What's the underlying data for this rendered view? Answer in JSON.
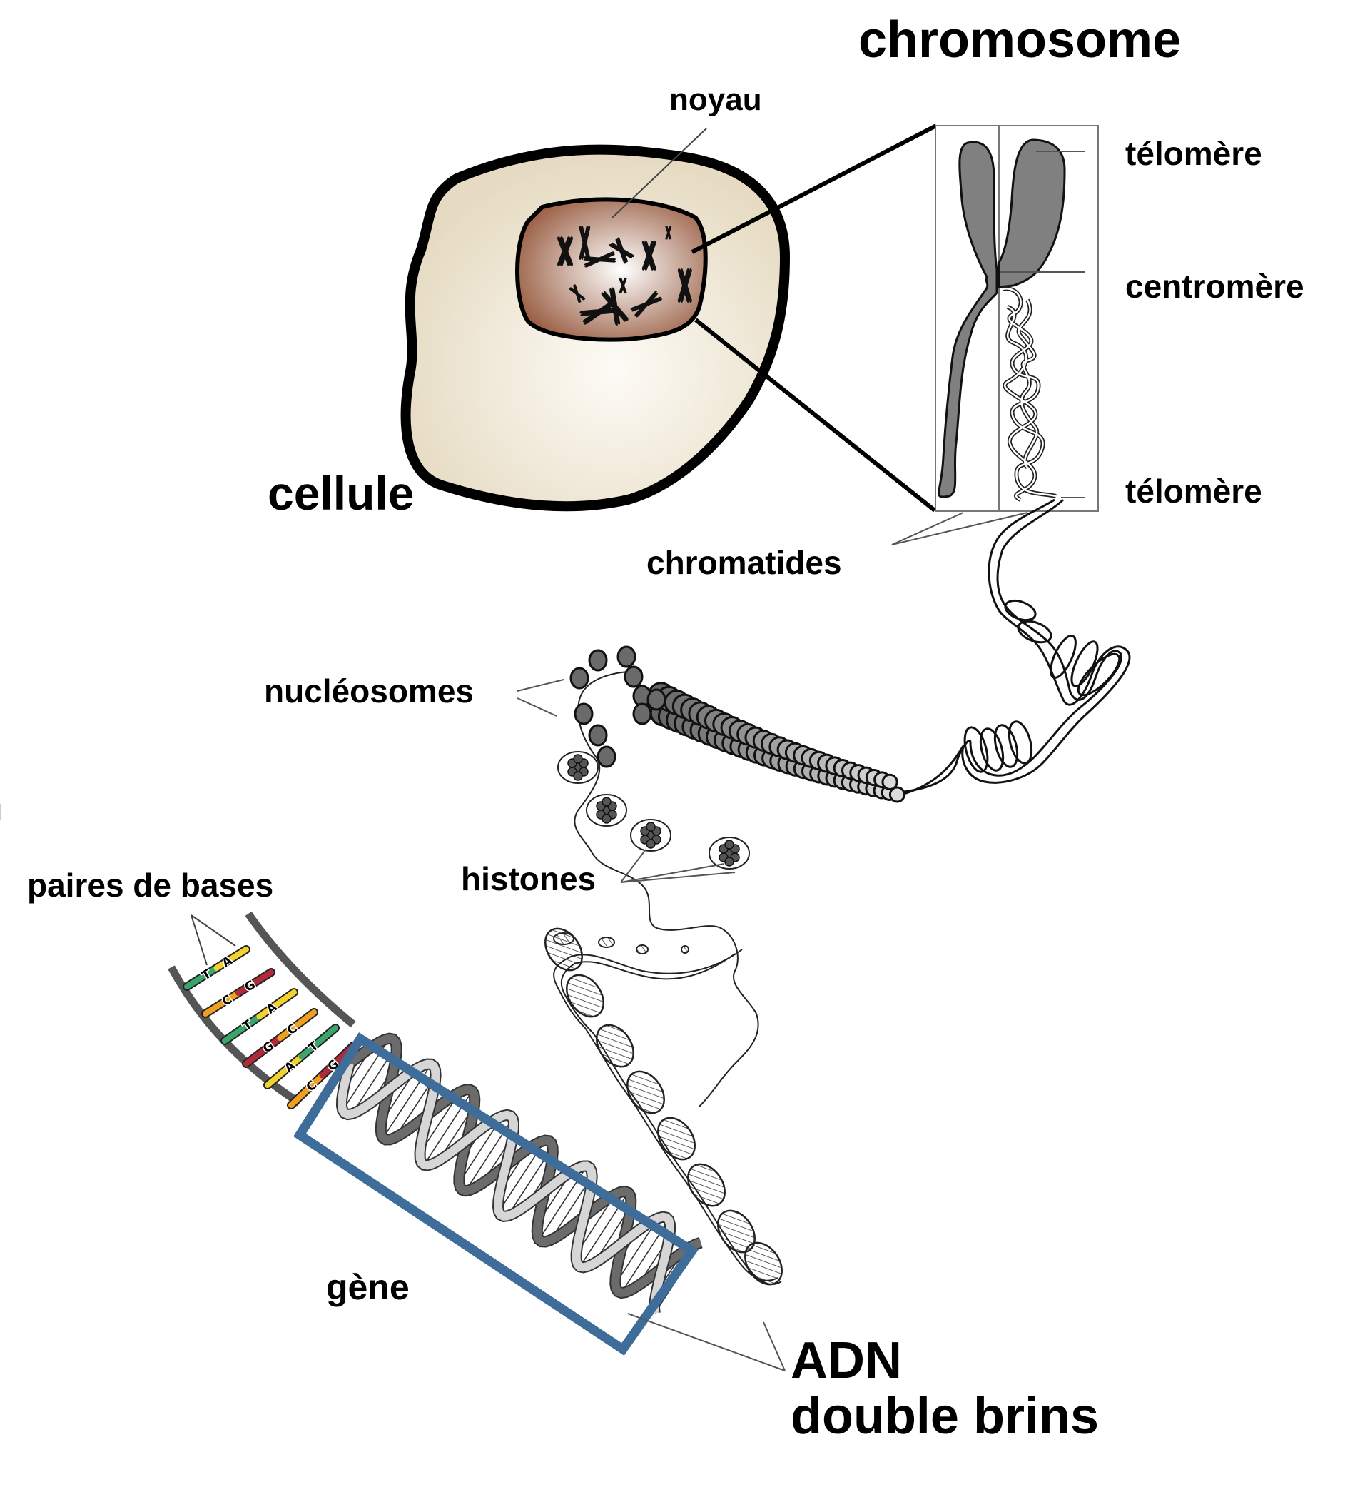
{
  "diagram": {
    "title": "chromosome",
    "labels": {
      "chromosome": "chromosome",
      "noyau": "noyau",
      "cellule": "cellule",
      "telomere_top": "télomère",
      "centromere": "centromère",
      "telomere_bottom": "télomère",
      "chromatides": "chromatides",
      "nucleosomes": "nucléosomes",
      "histones": "histones",
      "paires_de_bases": "paires de bases",
      "gene": "gène",
      "adn_line1": "ADN",
      "adn_line2": "double brins"
    },
    "base_pairs": [
      {
        "left": "T",
        "right": "A",
        "left_color": "#3aa66b",
        "right_color": "#f2d22e"
      },
      {
        "left": "C",
        "right": "G",
        "left_color": "#f0a020",
        "right_color": "#b02a3a"
      },
      {
        "left": "T",
        "right": "A",
        "left_color": "#3aa66b",
        "right_color": "#f2d22e"
      },
      {
        "left": "G",
        "right": "C",
        "left_color": "#b02a3a",
        "right_color": "#f0a020"
      },
      {
        "left": "A",
        "right": "T",
        "left_color": "#f2d22e",
        "right_color": "#3aa66b"
      },
      {
        "left": "C",
        "right": "G",
        "left_color": "#f0a020",
        "right_color": "#b02a3a"
      }
    ],
    "colors": {
      "cell_fill": "#e9dfc8",
      "cell_center": "#fbf8f1",
      "nucleus_fill": "#9a5f44",
      "nucleus_center": "#ffffff",
      "chromosome_gray": "#808080",
      "gene_box": "#3e6d9a",
      "nucleosome_gray": "#6a6a6a",
      "dna_strand_light": "#d6d6d6",
      "dna_strand_dark": "#6b6b6b"
    }
  }
}
